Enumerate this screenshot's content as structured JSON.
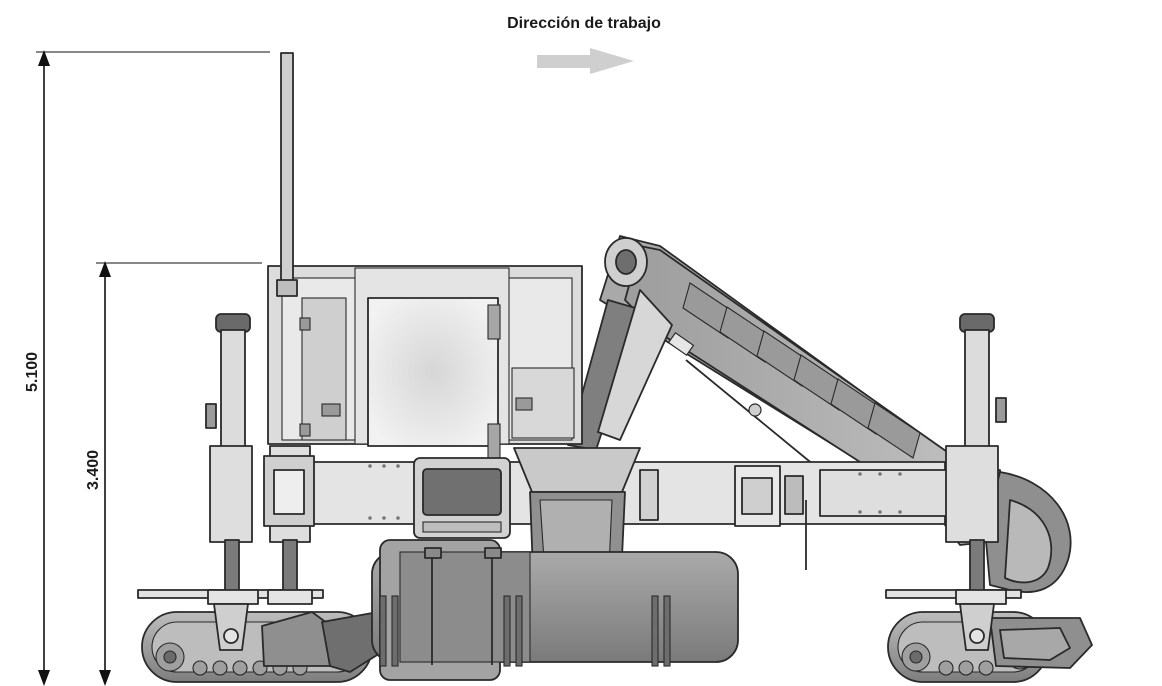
{
  "direction_label": "Dirección de trabajo",
  "dimensions": [
    {
      "label": "5.100"
    },
    {
      "label": "3.400"
    }
  ],
  "colors": {
    "metal_light": "#e4e4e4",
    "metal_mid": "#c4c4c4",
    "metal_dark": "#8e8e8e",
    "outline": "#2a2a2a",
    "arrow": "#cfcfcf"
  }
}
